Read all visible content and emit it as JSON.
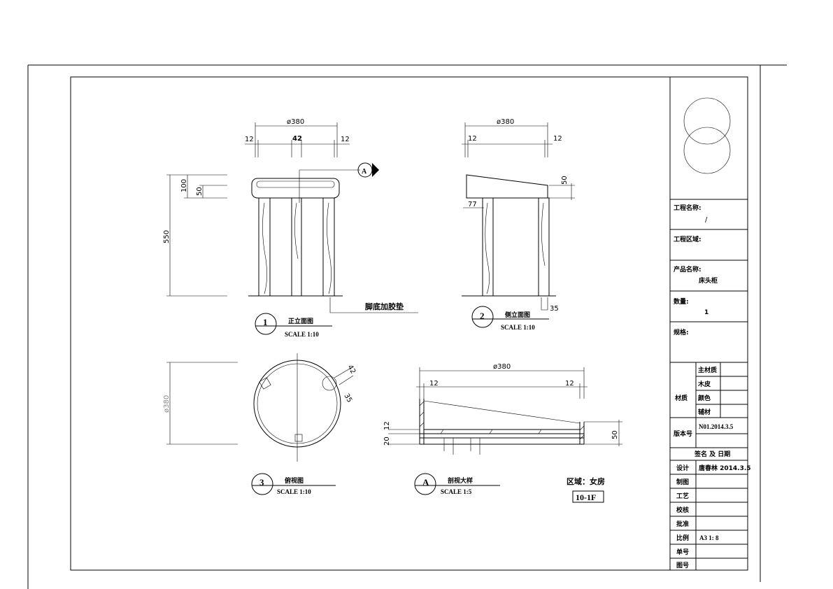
{
  "drawing": {
    "front": {
      "title": "正立面图",
      "scale": "SCALE 1:10",
      "number": "1",
      "dia": "ø380",
      "d12a": "12",
      "d42": "42",
      "d12b": "12",
      "h100": "100",
      "h50": "50",
      "h550": "550",
      "note": "脚底加胶垫",
      "section_tag": "A"
    },
    "side": {
      "title": "侧立面图",
      "scale": "SCALE 1:10",
      "number": "2",
      "dia": "ø380",
      "d12a": "12",
      "d12b": "12",
      "h50": "50",
      "d77": "77",
      "d35": "35"
    },
    "top": {
      "title": "俯视图",
      "scale": "SCALE 1:10",
      "number": "3",
      "dia": "ø380",
      "d42": "42",
      "d35": "35"
    },
    "section": {
      "title": "剖视大样",
      "scale": "SCALE 1:5",
      "number": "A",
      "dia": "ø380",
      "d12a": "12",
      "d12b": "12",
      "h50": "50",
      "h20": "20",
      "h12": "12"
    },
    "area": {
      "label": "区域：女房",
      "code": "10-1F"
    }
  },
  "title_block": {
    "project_name_label": "工程名称:",
    "project_name": "/",
    "project_area_label": "工程区域:",
    "product_name_label": "产品名称:",
    "product_name": "床头柜",
    "quantity_label": "数量:",
    "quantity": "1",
    "spec_label": "规格:",
    "material_label": "材质",
    "materials": [
      "主材质",
      "木皮",
      "颜色",
      "辅材"
    ],
    "version_label": "版本号",
    "version": "N01.2014.3.5",
    "sign_header": "签名 及 日期",
    "rows": [
      {
        "label": "设计",
        "value": "唐春林 2014.3.5"
      },
      {
        "label": "制图",
        "value": ""
      },
      {
        "label": "工艺",
        "value": ""
      },
      {
        "label": "校核",
        "value": ""
      },
      {
        "label": "批准",
        "value": ""
      },
      {
        "label": "比例",
        "value": "A3 1: 8"
      },
      {
        "label": "单号",
        "value": ""
      },
      {
        "label": "图号",
        "value": ""
      }
    ]
  }
}
